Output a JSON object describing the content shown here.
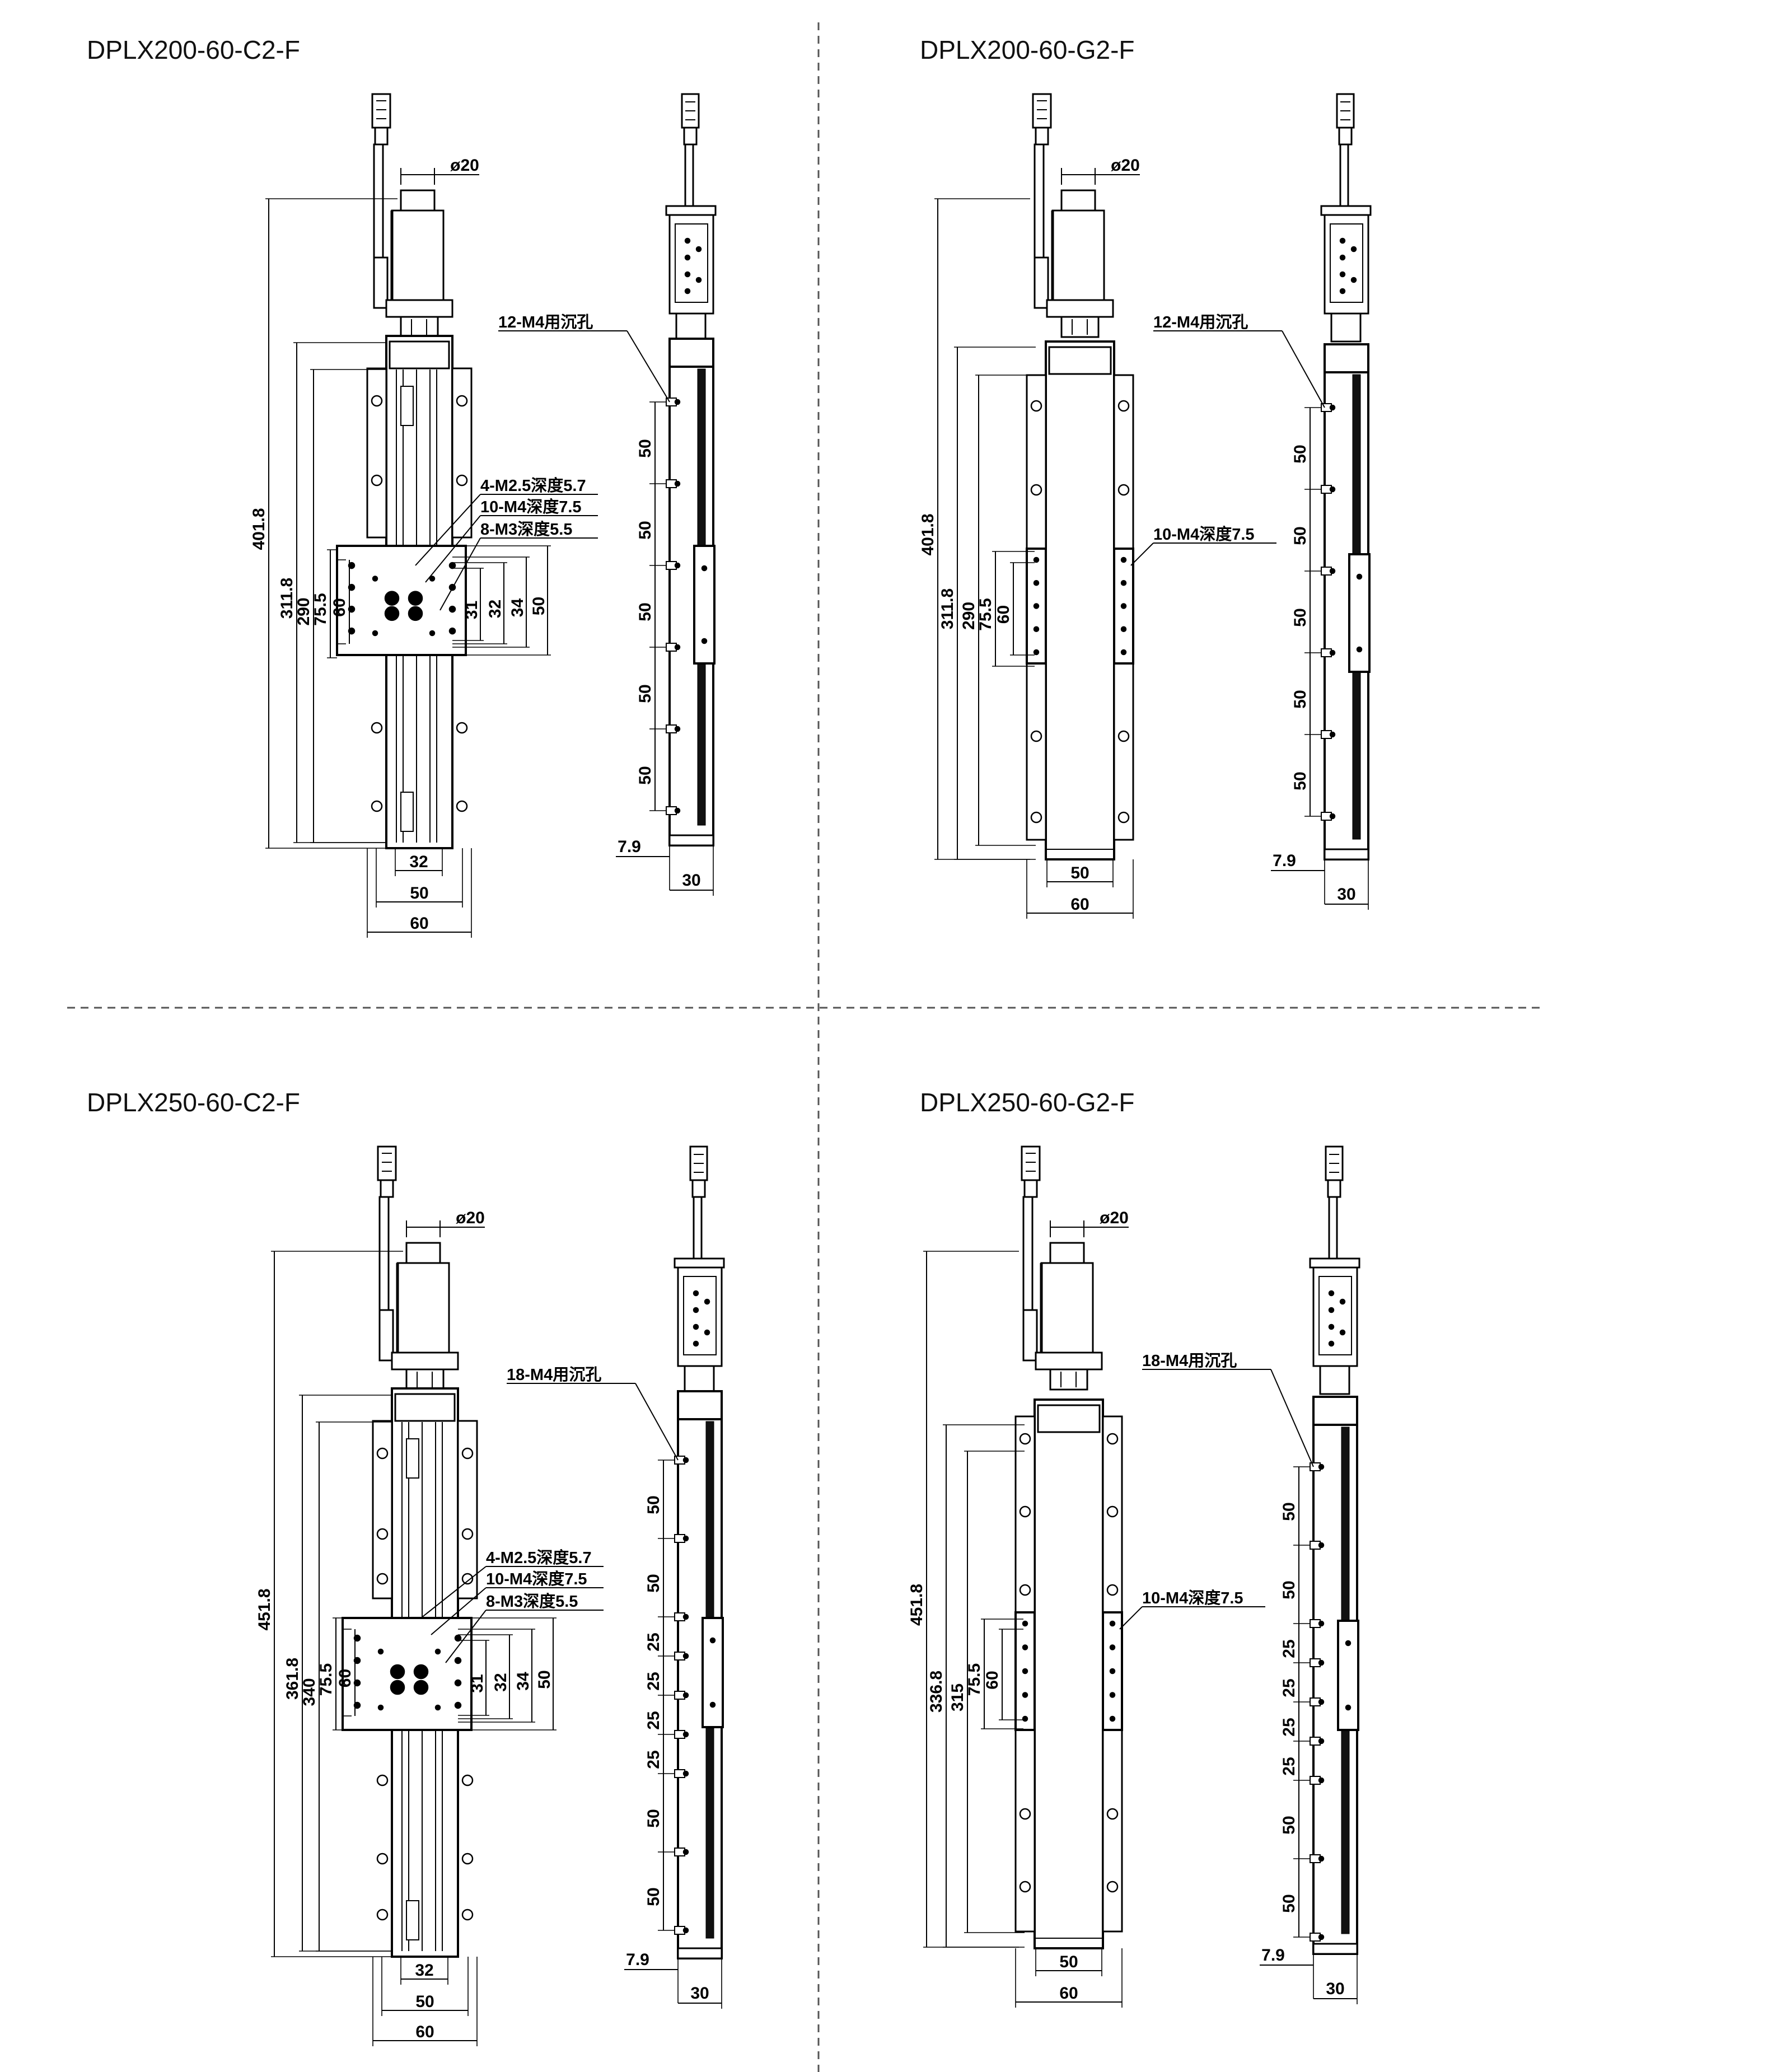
{
  "drawings": [
    {
      "title": "DPLX200-60-C2-F",
      "variant": "C2",
      "front": {
        "motor_dia": "ø20",
        "overall": "401.8",
        "body": "311.8",
        "rail": "290",
        "carriage": "75.5",
        "carriage_width": "60",
        "notes": [
          "4-M2.5深度5.7",
          "10-M4深度7.5",
          "8-M3深度5.5"
        ],
        "right_dims": [
          "31",
          "32",
          "34",
          "50"
        ],
        "bottom_dims": [
          "32",
          "50",
          "60"
        ]
      },
      "side": {
        "hole_note": "12-M4用沉孔",
        "pitches": [
          "50",
          "50",
          "50",
          "50",
          "50"
        ],
        "offset": "7.9",
        "width": "30"
      }
    },
    {
      "title": "DPLX200-60-G2-F",
      "variant": "G2",
      "front": {
        "motor_dia": "ø20",
        "overall": "401.8",
        "body": "311.8",
        "rail": "290",
        "carriage": "75.5",
        "carriage_width": "60",
        "notes": [
          "10-M4深度7.5"
        ],
        "right_dims": [],
        "bottom_dims": [
          "50",
          "60"
        ]
      },
      "side": {
        "hole_note": "12-M4用沉孔",
        "pitches": [
          "50",
          "50",
          "50",
          "50",
          "50"
        ],
        "offset": "7.9",
        "width": "30"
      }
    },
    {
      "title": "DPLX250-60-C2-F",
      "variant": "C2",
      "front": {
        "motor_dia": "ø20",
        "overall": "451.8",
        "body": "361.8",
        "rail": "340",
        "carriage": "75.5",
        "carriage_width": "60",
        "notes": [
          "4-M2.5深度5.7",
          "10-M4深度7.5",
          "8-M3深度5.5"
        ],
        "right_dims": [
          "31",
          "32",
          "34",
          "50"
        ],
        "bottom_dims": [
          "32",
          "50",
          "60"
        ]
      },
      "side": {
        "hole_note": "18-M4用沉孔",
        "pitches": [
          "50",
          "50",
          "25",
          "25",
          "25",
          "25",
          "50",
          "50"
        ],
        "offset": "7.9",
        "width": "30"
      }
    },
    {
      "title": "DPLX250-60-G2-F",
      "variant": "G2",
      "front": {
        "motor_dia": "ø20",
        "overall": "451.8",
        "body": "336.8",
        "rail": "315",
        "carriage": "75.5",
        "carriage_width": "60",
        "notes": [
          "10-M4深度7.5"
        ],
        "right_dims": [],
        "bottom_dims": [
          "50",
          "60"
        ]
      },
      "side": {
        "hole_note": "18-M4用沉孔",
        "pitches": [
          "50",
          "50",
          "25",
          "25",
          "25",
          "25",
          "50",
          "50"
        ],
        "offset": "7.9",
        "width": "30"
      }
    }
  ]
}
